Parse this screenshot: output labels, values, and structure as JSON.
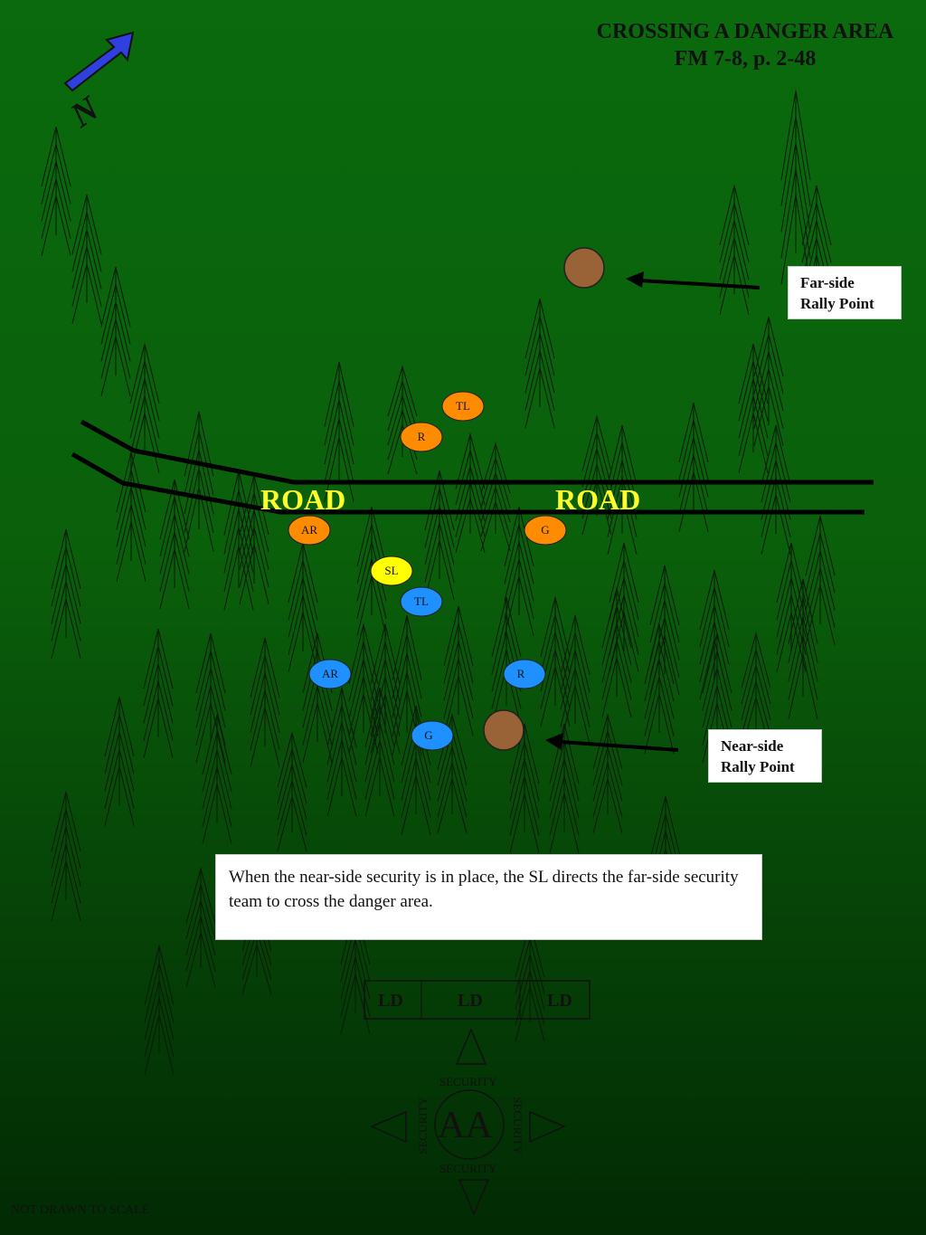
{
  "title": {
    "line1": "CROSSING A DANGER AREA",
    "line2": "FM 7-8, p. 2-48"
  },
  "north": {
    "label": "N"
  },
  "road": {
    "label_left": "ROAD",
    "label_right": "ROAD"
  },
  "rally_points": {
    "far_side": {
      "line1": "Far-side",
      "line2": "Rally Point"
    },
    "near_side": {
      "line1": "Near-side",
      "line2": "Rally Point"
    }
  },
  "caption": "When the near-side security is in place, the SL directs the far-side security team to cross the danger area.",
  "soldiers": {
    "far_side_team": [
      {
        "label": "TL",
        "color": "#ff8c00"
      },
      {
        "label": "R",
        "color": "#ff8c00"
      },
      {
        "label": "AR",
        "color": "#ff8c00"
      },
      {
        "label": "G",
        "color": "#ff8c00"
      }
    ],
    "squad_leader": {
      "label": "SL",
      "color": "#ffff00"
    },
    "near_side_team": [
      {
        "label": "TL",
        "color": "#1e90ff"
      },
      {
        "label": "AR",
        "color": "#1e90ff"
      },
      {
        "label": "R",
        "color": "#1e90ff"
      },
      {
        "label": "G",
        "color": "#1e90ff"
      }
    ]
  },
  "assembly_area": {
    "ld_labels": [
      "LD",
      "LD",
      "LD"
    ],
    "center": "AA",
    "security_top": "SECURITY",
    "security_bottom": "SECURITY",
    "security_left": "SECURITY",
    "security_right": "SECURITY"
  },
  "footer": "NOT DRAWN TO SCALE",
  "colors": {
    "rally_point": "#9a6237",
    "north_arrow": "#2f3fe0",
    "road_text": "#ffff2a"
  }
}
